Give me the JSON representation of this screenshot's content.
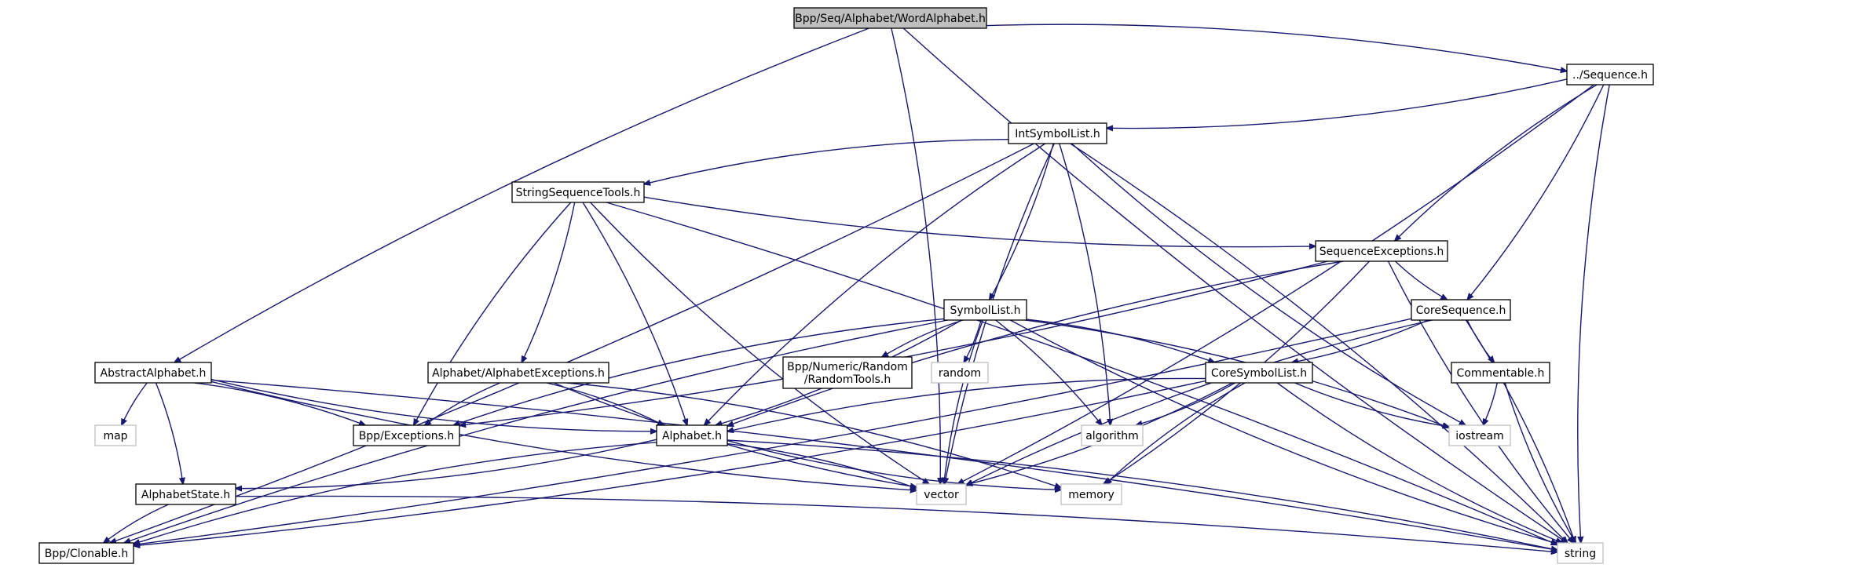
{
  "diagram": {
    "title": "Bpp/Seq/Alphabet/WordAlphabet.h",
    "type": "include-dependency-graph",
    "colors": {
      "root_fill": "#bfbfbf",
      "root_stroke": "#000000",
      "node_stroke": "#000000",
      "external_stroke": "#bfbfbf",
      "edge": "#191970"
    },
    "nodes": [
      {
        "id": "wordalphabet",
        "label": "Bpp/Seq/Alphabet/WordAlphabet.h",
        "kind": "root"
      },
      {
        "id": "sequence",
        "label": "../Sequence.h",
        "kind": "file"
      },
      {
        "id": "intsymbollist",
        "label": "IntSymbolList.h",
        "kind": "file"
      },
      {
        "id": "stringsequencetools",
        "label": "StringSequenceTools.h",
        "kind": "file"
      },
      {
        "id": "sequenceexceptions",
        "label": "SequenceExceptions.h",
        "kind": "file"
      },
      {
        "id": "symbollist",
        "label": "SymbolList.h",
        "kind": "file"
      },
      {
        "id": "coresequence",
        "label": "CoreSequence.h",
        "kind": "file"
      },
      {
        "id": "abstractalphabet",
        "label": "AbstractAlphabet.h",
        "kind": "file"
      },
      {
        "id": "alphabetexceptions",
        "label": "Alphabet/AlphabetExceptions.h",
        "kind": "file"
      },
      {
        "id": "randomtools",
        "label": "Bpp/Numeric/Random\n/RandomTools.h",
        "kind": "file"
      },
      {
        "id": "random",
        "label": "random",
        "kind": "external"
      },
      {
        "id": "coresymbollist",
        "label": "CoreSymbolList.h",
        "kind": "file"
      },
      {
        "id": "commentable",
        "label": "Commentable.h",
        "kind": "file"
      },
      {
        "id": "map",
        "label": "map",
        "kind": "external"
      },
      {
        "id": "exceptions",
        "label": "Bpp/Exceptions.h",
        "kind": "file"
      },
      {
        "id": "alphabet",
        "label": "Alphabet.h",
        "kind": "file"
      },
      {
        "id": "algorithm",
        "label": "algorithm",
        "kind": "external"
      },
      {
        "id": "iostream",
        "label": "iostream",
        "kind": "external"
      },
      {
        "id": "alphabetstate",
        "label": "AlphabetState.h",
        "kind": "file"
      },
      {
        "id": "vector",
        "label": "vector",
        "kind": "external"
      },
      {
        "id": "memory",
        "label": "memory",
        "kind": "external"
      },
      {
        "id": "clonable",
        "label": "Bpp/Clonable.h",
        "kind": "file"
      },
      {
        "id": "string",
        "label": "string",
        "kind": "external"
      }
    ],
    "edges": [
      [
        "wordalphabet",
        "sequence"
      ],
      [
        "wordalphabet",
        "abstractalphabet"
      ],
      [
        "wordalphabet",
        "vector"
      ],
      [
        "wordalphabet",
        "string"
      ],
      [
        "sequence",
        "intsymbollist"
      ],
      [
        "sequence",
        "sequenceexceptions"
      ],
      [
        "sequence",
        "coresequence"
      ],
      [
        "sequence",
        "string"
      ],
      [
        "sequence",
        "vector"
      ],
      [
        "intsymbollist",
        "stringsequencetools"
      ],
      [
        "intsymbollist",
        "symbollist"
      ],
      [
        "intsymbollist",
        "alphabet"
      ],
      [
        "intsymbollist",
        "clonable"
      ],
      [
        "intsymbollist",
        "vector"
      ],
      [
        "intsymbollist",
        "algorithm"
      ],
      [
        "intsymbollist",
        "iostream"
      ],
      [
        "intsymbollist",
        "string"
      ],
      [
        "stringsequencetools",
        "sequenceexceptions"
      ],
      [
        "stringsequencetools",
        "alphabetexceptions"
      ],
      [
        "stringsequencetools",
        "exceptions"
      ],
      [
        "stringsequencetools",
        "alphabet"
      ],
      [
        "stringsequencetools",
        "vector"
      ],
      [
        "stringsequencetools",
        "string"
      ],
      [
        "sequenceexceptions",
        "coresequence"
      ],
      [
        "sequenceexceptions",
        "exceptions"
      ],
      [
        "sequenceexceptions",
        "alphabet"
      ],
      [
        "sequenceexceptions",
        "memory"
      ],
      [
        "sequenceexceptions",
        "string"
      ],
      [
        "symbollist",
        "coresymbollist"
      ],
      [
        "symbollist",
        "randomtools"
      ],
      [
        "symbollist",
        "random"
      ],
      [
        "symbollist",
        "exceptions"
      ],
      [
        "symbollist",
        "alphabet"
      ],
      [
        "symbollist",
        "clonable"
      ],
      [
        "symbollist",
        "algorithm"
      ],
      [
        "symbollist",
        "vector"
      ],
      [
        "symbollist",
        "iostream"
      ],
      [
        "symbollist",
        "string"
      ],
      [
        "coresequence",
        "coresymbollist"
      ],
      [
        "coresequence",
        "commentable"
      ],
      [
        "coresequence",
        "clonable"
      ],
      [
        "coresequence",
        "vector"
      ],
      [
        "coresequence",
        "string"
      ],
      [
        "abstractalphabet",
        "map"
      ],
      [
        "abstractalphabet",
        "exceptions"
      ],
      [
        "abstractalphabet",
        "alphabet"
      ],
      [
        "abstractalphabet",
        "alphabetstate"
      ],
      [
        "abstractalphabet",
        "vector"
      ],
      [
        "abstractalphabet",
        "string"
      ],
      [
        "alphabetexceptions",
        "exceptions"
      ],
      [
        "alphabetexceptions",
        "alphabet"
      ],
      [
        "alphabetexceptions",
        "vector"
      ],
      [
        "alphabetexceptions",
        "memory"
      ],
      [
        "coresymbollist",
        "alphabet"
      ],
      [
        "coresymbollist",
        "algorithm"
      ],
      [
        "coresymbollist",
        "iostream"
      ],
      [
        "coresymbollist",
        "vector"
      ],
      [
        "coresymbollist",
        "memory"
      ],
      [
        "coresymbollist",
        "clonable"
      ],
      [
        "coresymbollist",
        "string"
      ],
      [
        "commentable",
        "iostream"
      ],
      [
        "commentable",
        "string"
      ],
      [
        "alphabet",
        "alphabetstate"
      ],
      [
        "alphabet",
        "clonable"
      ],
      [
        "alphabet",
        "vector"
      ],
      [
        "alphabet",
        "memory"
      ],
      [
        "alphabet",
        "string"
      ],
      [
        "alphabetstate",
        "clonable"
      ],
      [
        "alphabetstate",
        "string"
      ]
    ]
  }
}
